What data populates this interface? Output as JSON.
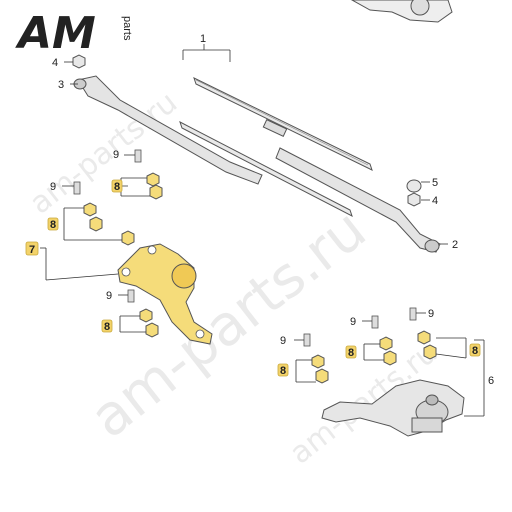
{
  "logo": {
    "text": "AM",
    "suffix": "parts"
  },
  "watermarks": {
    "large": "am-parts.ru",
    "small": "am-parts.ru"
  },
  "callouts": {
    "c1": "1",
    "c2": "2",
    "c3": "3",
    "c4a": "4",
    "c4b": "4",
    "c5": "5",
    "c6": "6",
    "c7": "7",
    "c8a": "8",
    "c8b": "8",
    "c8c": "8",
    "c8d": "8",
    "c8e": "8",
    "c8f": "8",
    "c9a": "9",
    "c9b": "9",
    "c9c": "9",
    "c9d": "9",
    "c9e": "9",
    "c9f": "9"
  },
  "colors": {
    "part_highlight": "#f5dc7a",
    "part_outline": "#555555",
    "badge": "#f3d36a",
    "logo": "#222222"
  }
}
